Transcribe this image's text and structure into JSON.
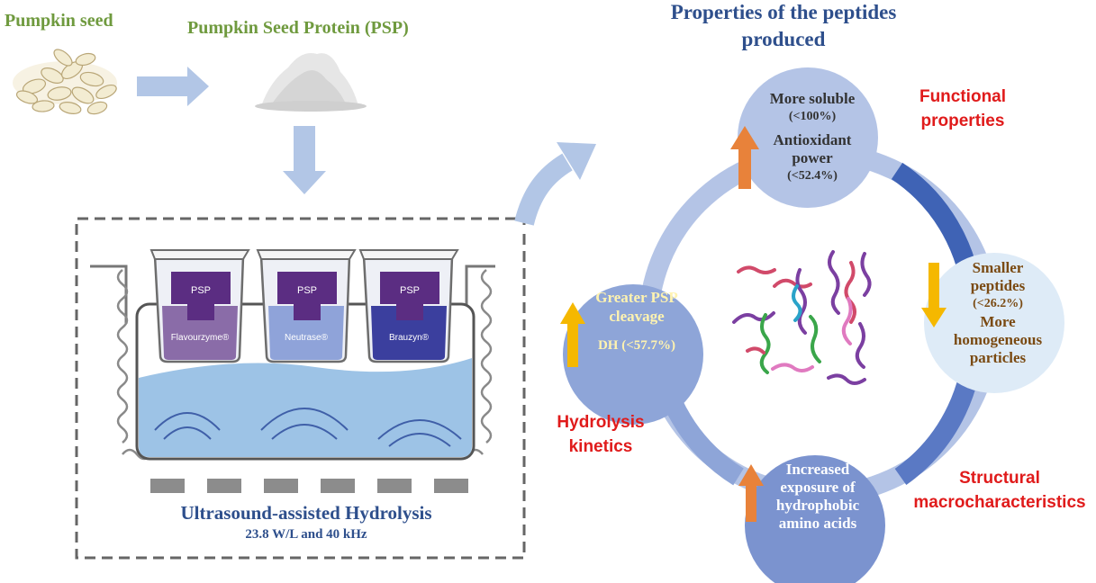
{
  "left": {
    "seed_label": "Pumpkin seed",
    "protein_label": "Pumpkin Seed Protein (PSP)",
    "beakers": [
      {
        "tag": "PSP",
        "enzyme": "Flavourzyme®"
      },
      {
        "tag": "PSP",
        "enzyme": "Neutrase®"
      },
      {
        "tag": "PSP",
        "enzyme": "Brauzyn®"
      }
    ],
    "hydrolysis_title": "Ultrasound-assisted Hydrolysis",
    "hydrolysis_conditions": "23.8 W/L and 40 kHz"
  },
  "right": {
    "title": "Properties of the peptides produced",
    "top": {
      "l1": "More soluble",
      "l2": "(<100%)",
      "l3": "Antioxidant",
      "l4": "power",
      "l5": "(<52.4%)"
    },
    "left": {
      "l1": "Greater PSP",
      "l2": "cleavage",
      "l3": "DH (<57.7%)"
    },
    "right": {
      "l1": "Smaller",
      "l2": "peptides",
      "l3": "(<26.2%)",
      "l4": "More",
      "l5": "homogeneous",
      "l6": "particles"
    },
    "bottom": {
      "l1": "Increased",
      "l2": "exposure of",
      "l3": "hydrophobic",
      "l4": "amino acids"
    },
    "labels": {
      "functional_1": "Functional",
      "functional_2": "properties",
      "hydrolysis_1": "Hydrolysis",
      "hydrolysis_2": "kinetics",
      "structural_1": "Structural",
      "structural_2": "macrocharacteristics"
    }
  },
  "colors": {
    "green": "#6f9a3e",
    "blue_title": "#2e4f8c",
    "red": "#e01b1b",
    "arrow_up": "#e8823a",
    "arrow_down": "#f5b800",
    "ring": "#3f63b5"
  }
}
